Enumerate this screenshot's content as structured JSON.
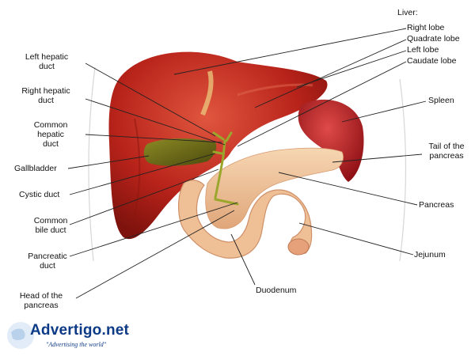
{
  "labels": {
    "liver_header": "Liver:",
    "right_lobe": "Right lobe",
    "quadrate_lobe": "Quadrate lobe",
    "left_lobe": "Left lobe",
    "caudate_lobe": "Caudate lobe",
    "spleen": "Spleen",
    "tail_pancreas_1": "Tail of the",
    "tail_pancreas_2": "pancreas",
    "pancreas": "Pancreas",
    "jejunum": "Jejunum",
    "duodenum": "Duodenum",
    "left_hepatic_1": "Left hepatic",
    "left_hepatic_2": "duct",
    "right_hepatic_1": "Right hepatic",
    "right_hepatic_2": "duct",
    "common_hepatic_1": "Common",
    "common_hepatic_2": "hepatic",
    "common_hepatic_3": "duct",
    "gallbladder": "Gallbladder",
    "cystic_duct": "Cystic duct",
    "common_bile_1": "Common",
    "common_bile_2": "bile duct",
    "pancreatic_duct_1": "Pancreatic",
    "pancreatic_duct_2": "duct",
    "head_pancreas_1": "Head of the",
    "head_pancreas_2": "pancreas"
  },
  "watermark": {
    "brand": "Advertigo.net",
    "tagline": "\"Advertising the world\""
  },
  "colors": {
    "liver": "#b8231a",
    "liver_highlight": "#d94a35",
    "spleen": "#b31d1f",
    "gallbladder": "#6b6a16",
    "pancreas": "#f0c49a",
    "duodenum": "#efbf96",
    "duct": "#9aa62c",
    "leader_line": "#222222",
    "watermark": "#0d3a86"
  }
}
